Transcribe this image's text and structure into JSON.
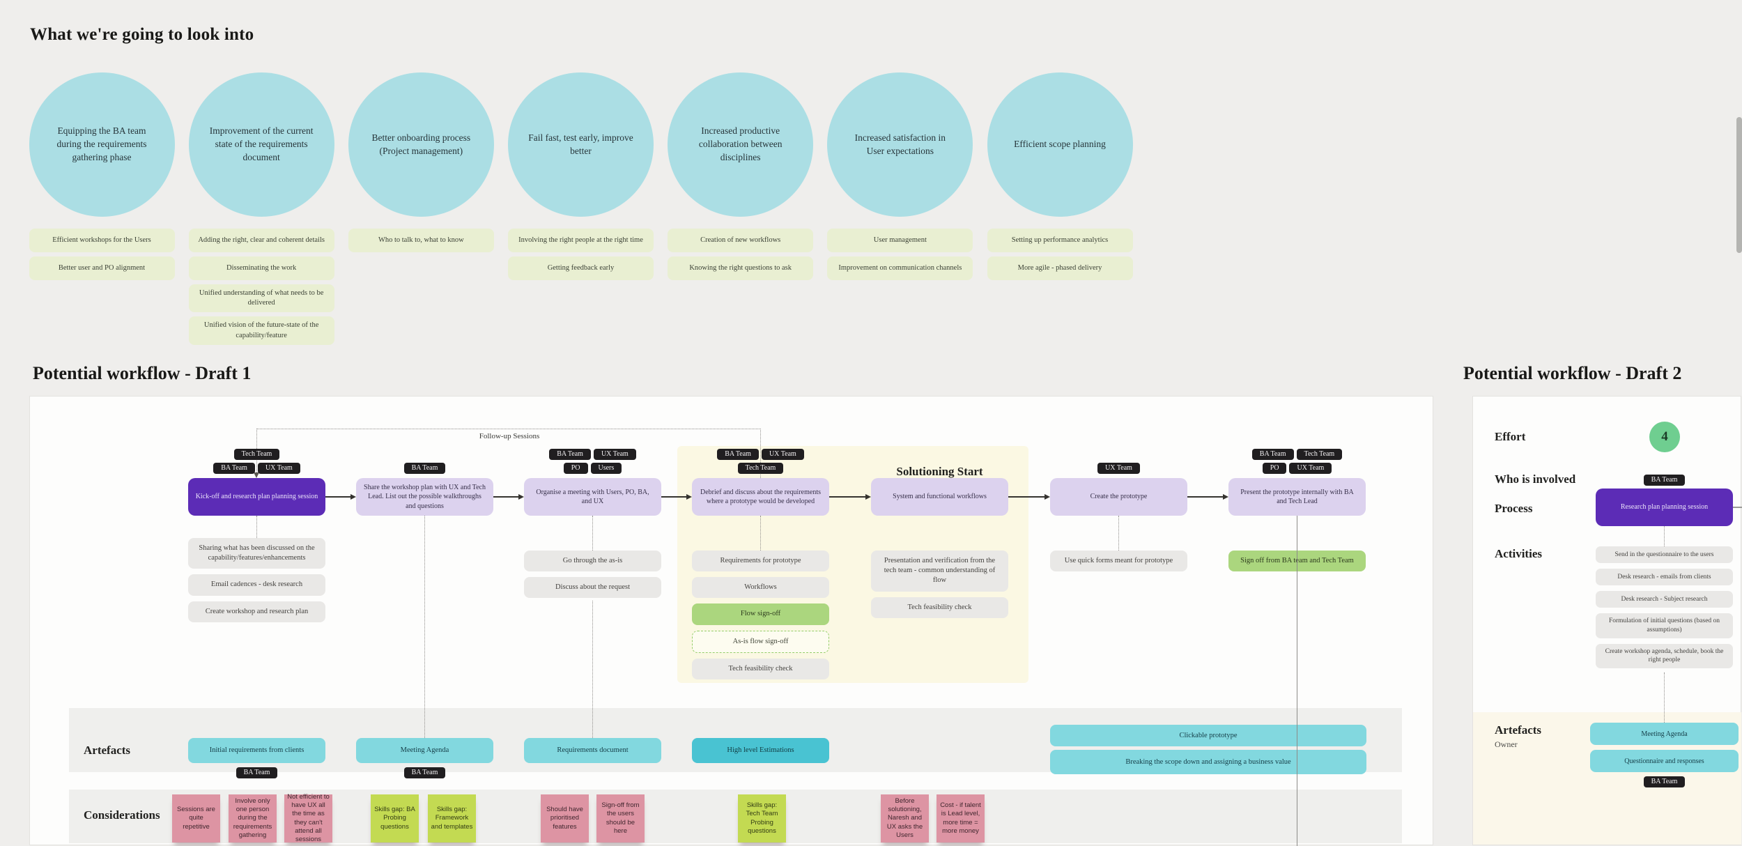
{
  "colors": {
    "page_bg": "#efeeec",
    "canvas": "#fdfdfc",
    "topic_circle": "#abdee4",
    "benefit_chip": "#e9efd2",
    "team_chip": "#201e20",
    "node_primary": "#5c2cb6",
    "node_light": "#dcd2ee",
    "activity": "#e9e8e6",
    "activity_green": "#abd67e",
    "dashed_border": "#94cd68",
    "artefact_teal": "#82d8df",
    "artefact_teal_dark": "#49c3d2",
    "solutioning_bg": "#fbf8e3",
    "owner_section_bg": "#fbf7ea",
    "sticky_pink": "#dd94a3",
    "sticky_green": "#c3da52",
    "effort_badge": "#6fce90"
  },
  "intro": {
    "title": "What we're going to look into",
    "topics": [
      {
        "label": "Equipping the BA team during the requirements gathering phase",
        "points": [
          "Efficient workshops for the Users",
          "Better user and PO alignment"
        ]
      },
      {
        "label": "Improvement of the current state of the requirements document",
        "points": [
          "Adding the right, clear and coherent details",
          "Disseminating the work",
          "Unified understanding of what needs to be delivered",
          "Unified vision of the future-state of the capability/feature"
        ]
      },
      {
        "label": "Better onboarding process (Project management)",
        "points": [
          "Who to talk to, what to know"
        ]
      },
      {
        "label": "Fail fast, test early, improve better",
        "points": [
          "Involving the right people at the right time",
          "Getting feedback early"
        ]
      },
      {
        "label": "Increased productive collaboration between disciplines",
        "points": [
          "Creation of new workflows",
          "Knowing the right questions to ask"
        ]
      },
      {
        "label": "Increased satisfaction in User expectations",
        "points": [
          "User management",
          "Improvement on communication channels"
        ]
      },
      {
        "label": "Efficient scope planning",
        "points": [
          "Setting up performance analytics",
          "More agile - phased delivery"
        ]
      }
    ]
  },
  "draft1": {
    "title": "Potential workflow - Draft 1",
    "follow_up": "Follow-up Sessions",
    "solutioning": "Solutioning Start",
    "artefacts_label": "Artefacts",
    "considerations_label": "Considerations",
    "columns": [
      {
        "teams": [
          [
            "Tech Team"
          ],
          [
            "BA Team",
            "UX Team"
          ]
        ],
        "node": {
          "label": "Kick-off and research plan planning session",
          "variant": "primary"
        },
        "activities": [
          {
            "label": "Sharing what has been discussed on the capability/features/enhancements",
            "variant": "default"
          },
          {
            "label": "Email cadences - desk research",
            "variant": "default"
          },
          {
            "label": "Create workshop and research plan",
            "variant": "default"
          }
        ],
        "artefact": {
          "label": "Initial requirements from clients",
          "variant": "light",
          "owner": "BA Team"
        }
      },
      {
        "teams": [
          [
            "BA Team"
          ]
        ],
        "node": {
          "label": "Share the workshop plan with UX and Tech Lead. List out the possible walkthroughs and questions",
          "variant": "light"
        },
        "activities": [],
        "artefact": {
          "label": "Meeting Agenda",
          "variant": "light",
          "owner": "BA Team"
        }
      },
      {
        "teams": [
          [
            "BA Team",
            "UX Team"
          ],
          [
            "PO",
            "Users"
          ]
        ],
        "node": {
          "label": "Organise a meeting with Users, PO, BA, and UX",
          "variant": "light"
        },
        "activities": [
          {
            "label": "Go through the as-is",
            "variant": "default"
          },
          {
            "label": "Discuss about the request",
            "variant": "default"
          }
        ],
        "artefact": {
          "label": "Requirements document",
          "variant": "light"
        }
      },
      {
        "teams": [
          [
            "BA Team",
            "UX Team"
          ],
          [
            "Tech Team"
          ]
        ],
        "node": {
          "label": "Debrief and discuss about the requirements where a prototype would be developed",
          "variant": "light"
        },
        "activities": [
          {
            "label": "Requirements for prototype",
            "variant": "default"
          },
          {
            "label": "Workflows",
            "variant": "default"
          },
          {
            "label": "Flow sign-off",
            "variant": "green"
          },
          {
            "label": "As-is flow sign-off",
            "variant": "dashed"
          },
          {
            "label": "Tech feasibility check",
            "variant": "default"
          }
        ],
        "artefact": {
          "label": "High level Estimations",
          "variant": "dark"
        }
      },
      {
        "teams": [],
        "node": {
          "label": "System and functional workflows",
          "variant": "light"
        },
        "activities": [
          {
            "label": "Presentation and verification from the tech team - common understanding of flow",
            "variant": "default"
          },
          {
            "label": "Tech feasibility check",
            "variant": "default"
          }
        ]
      },
      {
        "teams": [
          [
            "UX Team"
          ]
        ],
        "node": {
          "label": "Create the prototype",
          "variant": "light"
        },
        "activities": [
          {
            "label": "Use quick forms meant for prototype",
            "variant": "default"
          }
        ]
      },
      {
        "teams": [
          [
            "BA Team",
            "Tech Team"
          ],
          [
            "PO",
            "UX Team"
          ]
        ],
        "node": {
          "label": "Present the prototype internally with BA and Tech Lead",
          "variant": "light"
        },
        "activities": [
          {
            "label": "Sign off from BA team and Tech Team",
            "variant": "green"
          }
        ]
      }
    ],
    "wide_artefacts": [
      "Clickable prototype",
      "Breaking the scope down and assigning a business value"
    ],
    "stickies": [
      {
        "label": "Sessions are quite repetitive",
        "color": "pink"
      },
      {
        "label": "Involve only one person during the requirements gathering",
        "color": "pink"
      },
      {
        "label": "Not efficient to have UX all the time as they can't attend all sessions",
        "color": "pink"
      },
      {
        "label": "Skills gap: BA Probing questions",
        "color": "green"
      },
      {
        "label": "Skills gap: Framework and templates",
        "color": "green"
      },
      {
        "label": "Should have prioritised features",
        "color": "pink"
      },
      {
        "label": "Sign-off from the users should be here",
        "color": "pink"
      },
      {
        "label": "Skills gap: Tech Team Probing questions",
        "color": "green"
      },
      {
        "label": "Before solutioning, Naresh and UX asks the Users",
        "color": "pink"
      },
      {
        "label": "Cost - if talent is Lead level, more time = more money",
        "color": "pink"
      }
    ]
  },
  "draft2": {
    "title": "Potential workflow - Draft 2",
    "effort_label": "Effort",
    "effort_value": "4",
    "who_label": "Who is involved",
    "who_team": "BA Team",
    "process_label": "Process",
    "process_node": "Research plan planning session",
    "activities_label": "Activities",
    "activities": [
      "Send in the questionnaire to the users",
      "Desk research - emails from clients",
      "Desk research - Subject research",
      "Formulation of initial questions (based on assumptions)",
      "Create workshop agenda, schedule, book the right people"
    ],
    "artefacts_label": "Artefacts",
    "owner_label": "Owner",
    "artefacts": [
      "Meeting Agenda",
      "Questionnaire and responses"
    ],
    "artefact_owner": "BA Team"
  }
}
